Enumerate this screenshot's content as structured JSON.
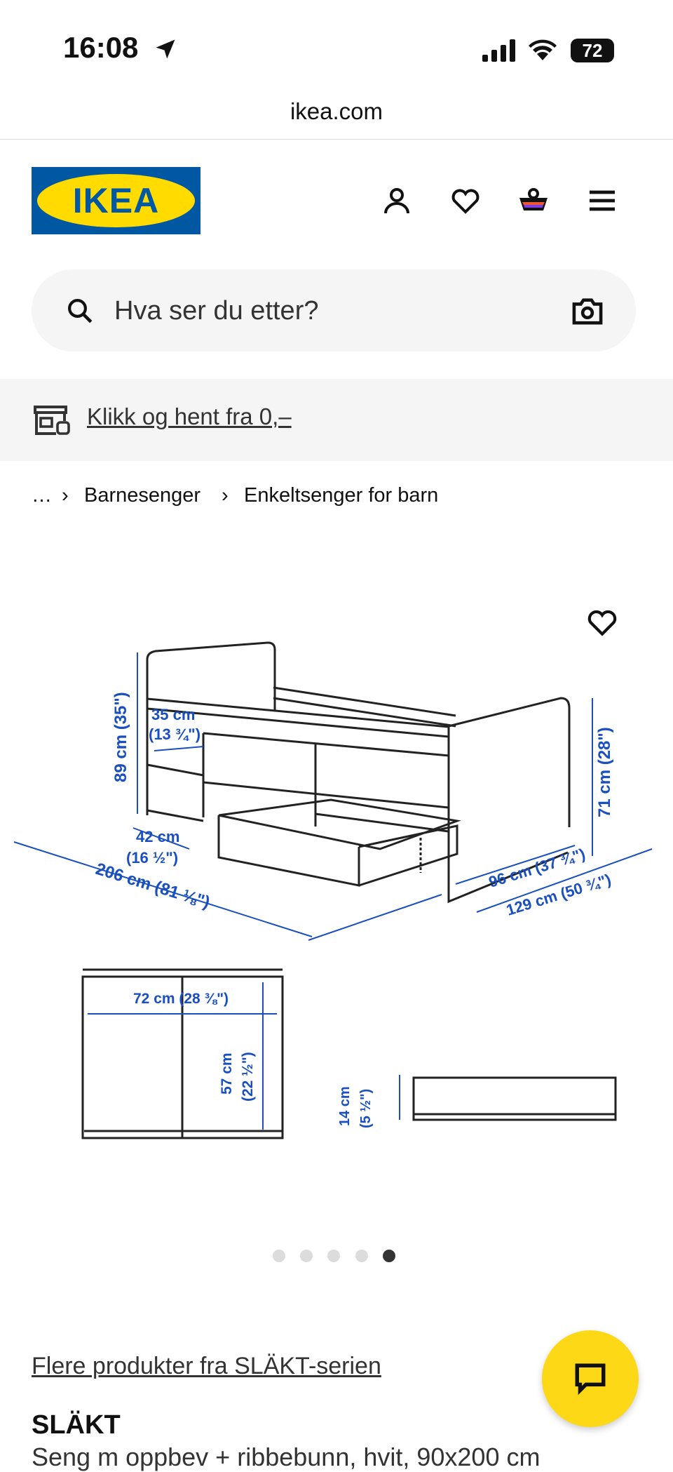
{
  "status_bar": {
    "time": "16:08",
    "battery": "72"
  },
  "browser": {
    "url": "ikea.com"
  },
  "header": {
    "logo_text": "IKEA",
    "icons": [
      "user-icon",
      "heart-icon",
      "basket-icon",
      "menu-icon"
    ]
  },
  "search": {
    "placeholder": "Hva ser du etter?"
  },
  "banner": {
    "text": "Klikk og hent fra 0,–"
  },
  "breadcrumb": {
    "items": [
      "…",
      "Barnesenger",
      "Enkeltsenger for barn"
    ]
  },
  "gallery": {
    "active_index": 4,
    "count": 5,
    "dimensions": {
      "height": "89 cm (35\")",
      "shelf_w1": "35 cm",
      "shelf_w2": "(13 ¾\")",
      "side_h": "71 cm (28\")",
      "shelf_d1": "42 cm",
      "shelf_d2": "(16 ½\")",
      "length": "206 cm (81 ⅛\")",
      "width": "96 cm (37 ¾\")",
      "total_w": "129 cm (50 ¾\")",
      "drawer_w": "72 cm (28 ⅜\")",
      "drawer_d1": "57 cm",
      "drawer_d2": "(22 ½\")",
      "drawer_h1": "14 cm",
      "drawer_h2": "(5 ½\")"
    }
  },
  "product": {
    "series_link": "Flere produkter fra SLÄKT-serien",
    "name": "SLÄKT",
    "description": "Seng m oppbev + ribbebunn, hvit, 90x200 cm"
  },
  "colors": {
    "ikea_blue": "#0058a3",
    "ikea_yellow": "#ffdb00",
    "dimension_blue": "#1a4fc0",
    "chat_yellow": "#fdd817"
  }
}
